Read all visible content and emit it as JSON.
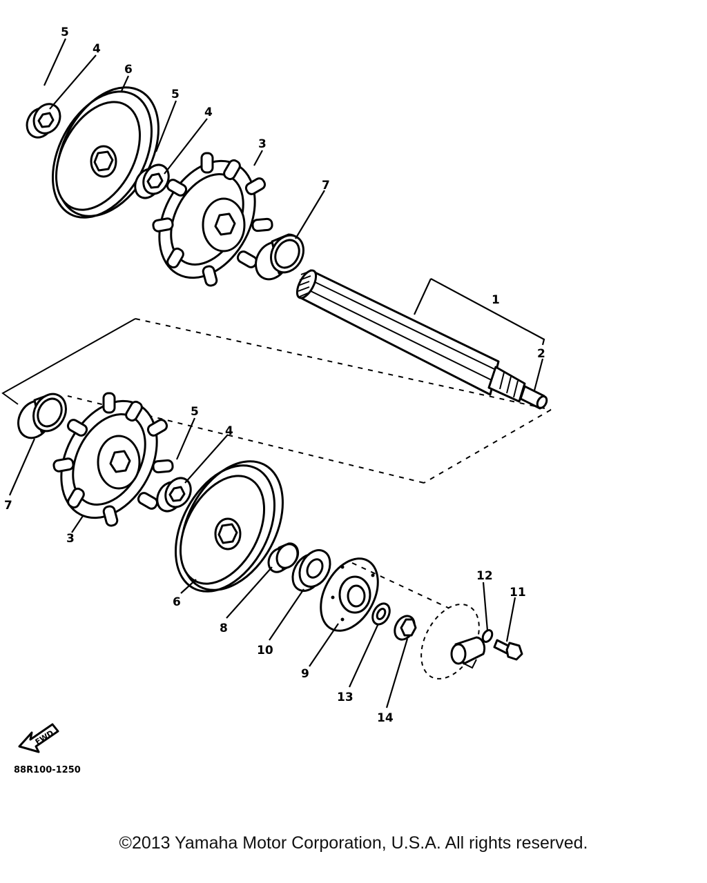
{
  "diagram": {
    "part_code": "88R100-1250",
    "fwd_label": "FWD",
    "callouts": {
      "c1": "1",
      "c2": "2",
      "c3_top": "3",
      "c3_bot": "3",
      "c4_top1": "4",
      "c4_top2": "4",
      "c4_bot": "4",
      "c5_top1": "5",
      "c5_top2": "5",
      "c5_bot": "5",
      "c6_top": "6",
      "c6_bot": "6",
      "c7_top": "7",
      "c7_bot": "7",
      "c8": "8",
      "c9": "9",
      "c10": "10",
      "c11": "11",
      "c12": "12",
      "c13": "13",
      "c14": "14"
    }
  },
  "footer": {
    "copyright": "©2013 Yamaha Motor Corporation, U.S.A. All rights reserved."
  }
}
